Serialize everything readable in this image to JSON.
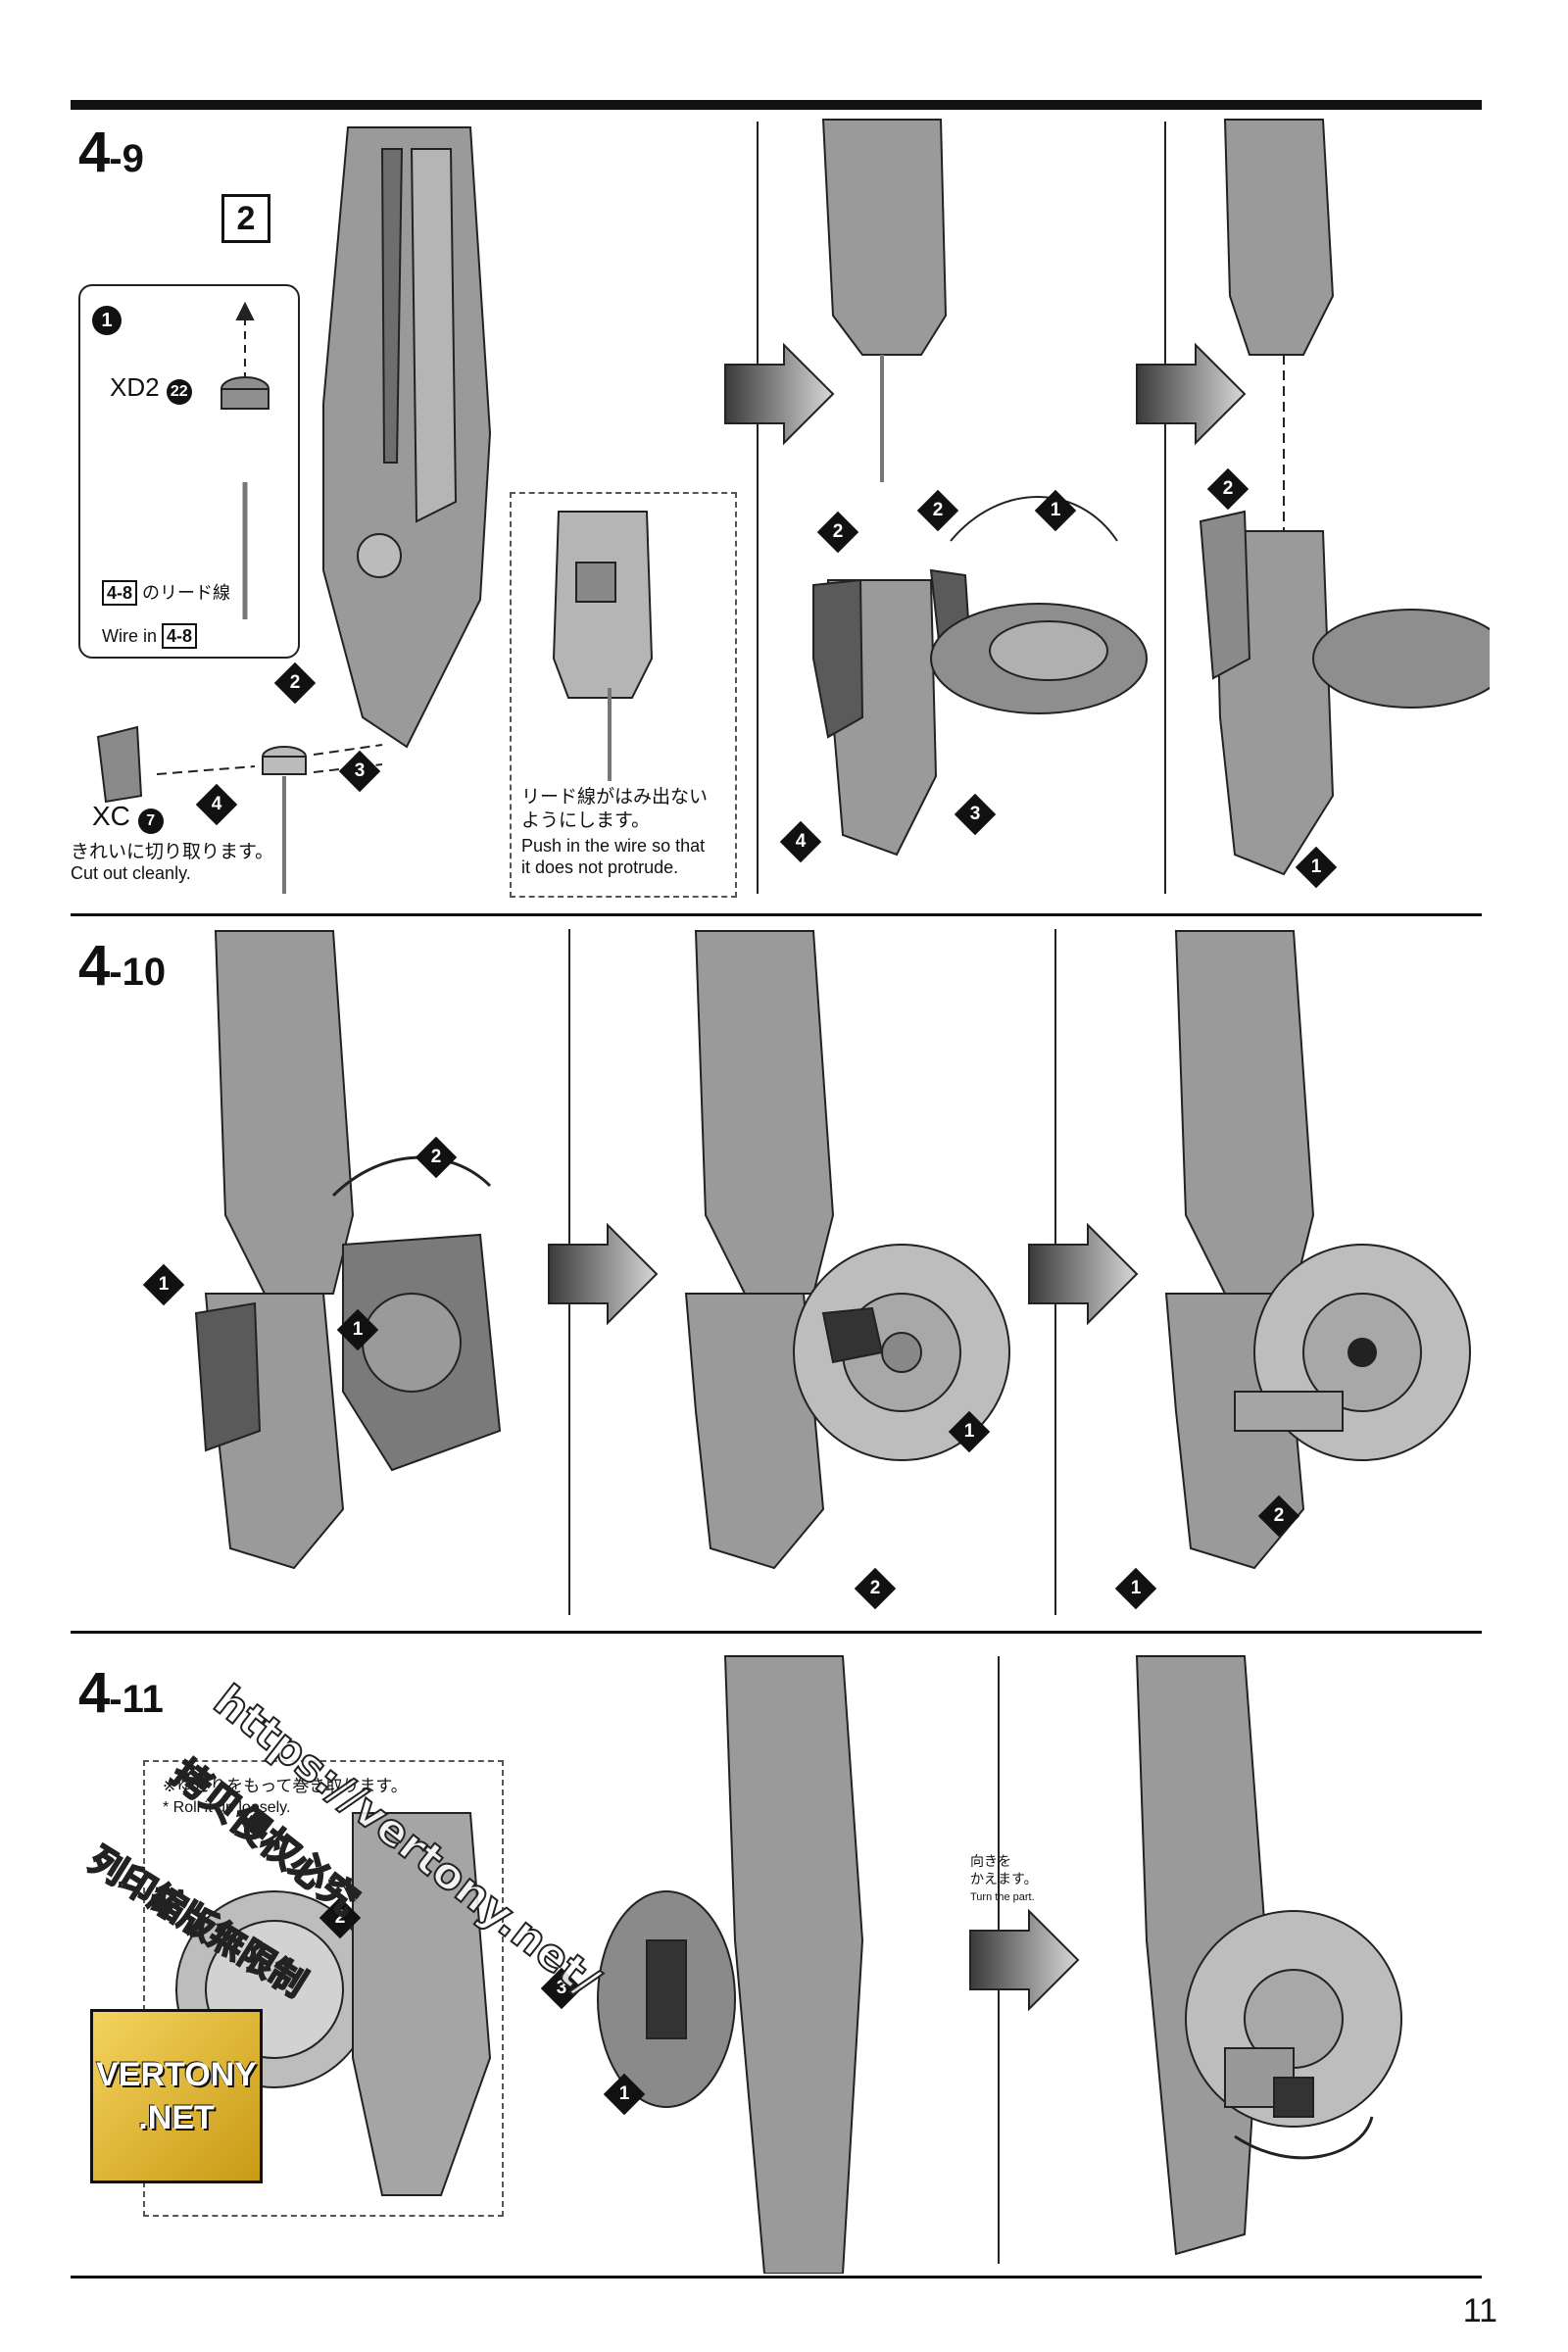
{
  "page_number": "11",
  "sections": [
    {
      "id": "4-9",
      "step_major": "4",
      "step_minor": "-9",
      "part_box": "2",
      "callout": {
        "number": "1",
        "part_code": "XD2",
        "part_num": "22",
        "wire_ref_box": "4-8",
        "wire_ref_jp": "のリード線",
        "wire_in_label": "Wire in",
        "wire_in_box": "4-8"
      },
      "part_xc": {
        "code": "XC",
        "num": "7"
      },
      "cut_jp": "きれいに切り取ります。",
      "cut_en": "Cut out cleanly.",
      "wire_note_jp_1": "リード線がはみ出ない",
      "wire_note_jp_2": "ようにします。",
      "wire_note_en_1": "Push in the wire so that",
      "wire_note_en_2": "it does not protrude.",
      "steps_a": [
        "2",
        "3",
        "4"
      ],
      "steps_b": [
        "1",
        "2",
        "2",
        "3",
        "4"
      ],
      "steps_c": [
        "2",
        "1"
      ]
    },
    {
      "id": "4-10",
      "step_major": "4",
      "step_minor": "-10",
      "steps_a": [
        "1",
        "1",
        "2"
      ],
      "steps_b": [
        "1",
        "2"
      ],
      "steps_c": [
        "1",
        "2"
      ]
    },
    {
      "id": "4-11",
      "step_major": "4",
      "step_minor": "-11",
      "roll_jp": "※ゆとりをもって巻き取ります。",
      "roll_en": "* Roll it up loosely.",
      "turn_jp_1": "向きを",
      "turn_jp_2": "かえます。",
      "turn_en": "Turn the part.",
      "steps_a": [
        "2"
      ],
      "steps_b": [
        "3",
        "1"
      ]
    }
  ],
  "watermark": {
    "logo_line1": "VERTONY",
    "logo_line2": ".NET",
    "url": "https://vertony.net/",
    "jp_1": "拷贝侵权必究",
    "jp_2": "列印縮版無限制"
  }
}
